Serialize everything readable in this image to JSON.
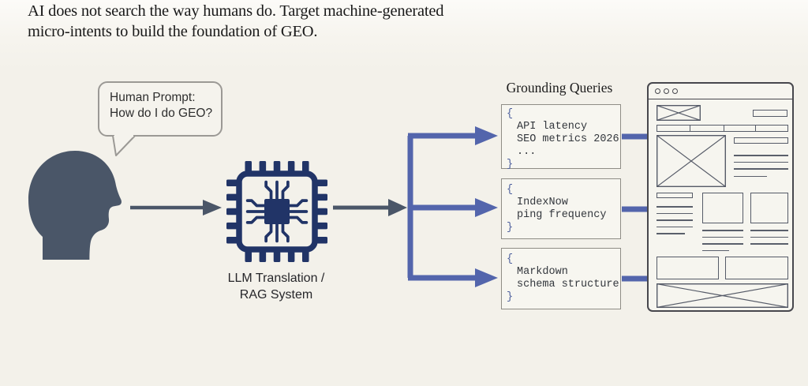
{
  "slide": {
    "title_line1": "AI does not search the way humans do. Target machine-generated",
    "title_line2": "micro-intents to build the foundation of GEO."
  },
  "human": {
    "bubble_line1": "Human Prompt:",
    "bubble_line2": "How do I do GEO?"
  },
  "processor": {
    "label_line1": "LLM Translation /",
    "label_line2": "RAG System"
  },
  "grounding": {
    "heading": "Grounding Queries",
    "queries": [
      {
        "open": "{",
        "close": "}",
        "lines": [
          "API latency",
          "SEO metrics 2026",
          "..."
        ]
      },
      {
        "open": "{",
        "close": "}",
        "lines": [
          "IndexNow",
          "ping frequency"
        ]
      },
      {
        "open": "{",
        "close": "}",
        "lines": [
          "Markdown",
          "schema structure"
        ]
      }
    ]
  },
  "icons": {
    "head": "human-head-silhouette",
    "chip": "cpu-chip",
    "browser": "webpage-wireframe",
    "browser_dots": "window-control-dots",
    "arrows": "flow-arrows"
  },
  "colors": {
    "background": "#f3f1ea",
    "background_top": "#fcfbf8",
    "dark_slate": "#4a5668",
    "navy_chip": "#213467",
    "accent_blue": "#5365ac",
    "box_border": "#8f8d86",
    "brace_blue": "#4d5f9d",
    "mono_text": "#33373d",
    "wireframe_stroke": "#47474d",
    "wireframe_inner": "#565b68"
  }
}
